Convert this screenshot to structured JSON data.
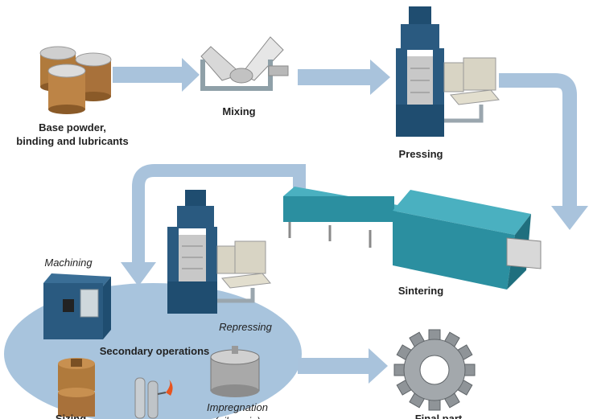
{
  "labels": {
    "base_powder_line1": "Base powder,",
    "base_powder_line2": "binding and lubricants",
    "mixing": "Mixing",
    "pressing": "Pressing",
    "sintering": "Sintering",
    "machining": "Machining",
    "repressing": "Repressing",
    "secondary_operations": "Secondary operations",
    "impregnation_line1": "Impregnation",
    "impregnation_line2": "(oil, resin)",
    "final_part": "Final part",
    "sizing": "Sizing"
  },
  "colors": {
    "arrow": "#a9c3dc",
    "ellipse": "#a8c4dd",
    "machine_blue": "#2a5a80",
    "sinter_teal": "#2b8fa0",
    "container_brown": "#b07a3c"
  },
  "icons": [
    "powder-containers-icon",
    "v-blender-icon",
    "press-machine-icon",
    "sintering-furnace-icon",
    "cnc-machine-icon",
    "gas-cylinder-icon",
    "impregnation-vessel-icon",
    "sizing-die-icon",
    "gear-icon"
  ]
}
